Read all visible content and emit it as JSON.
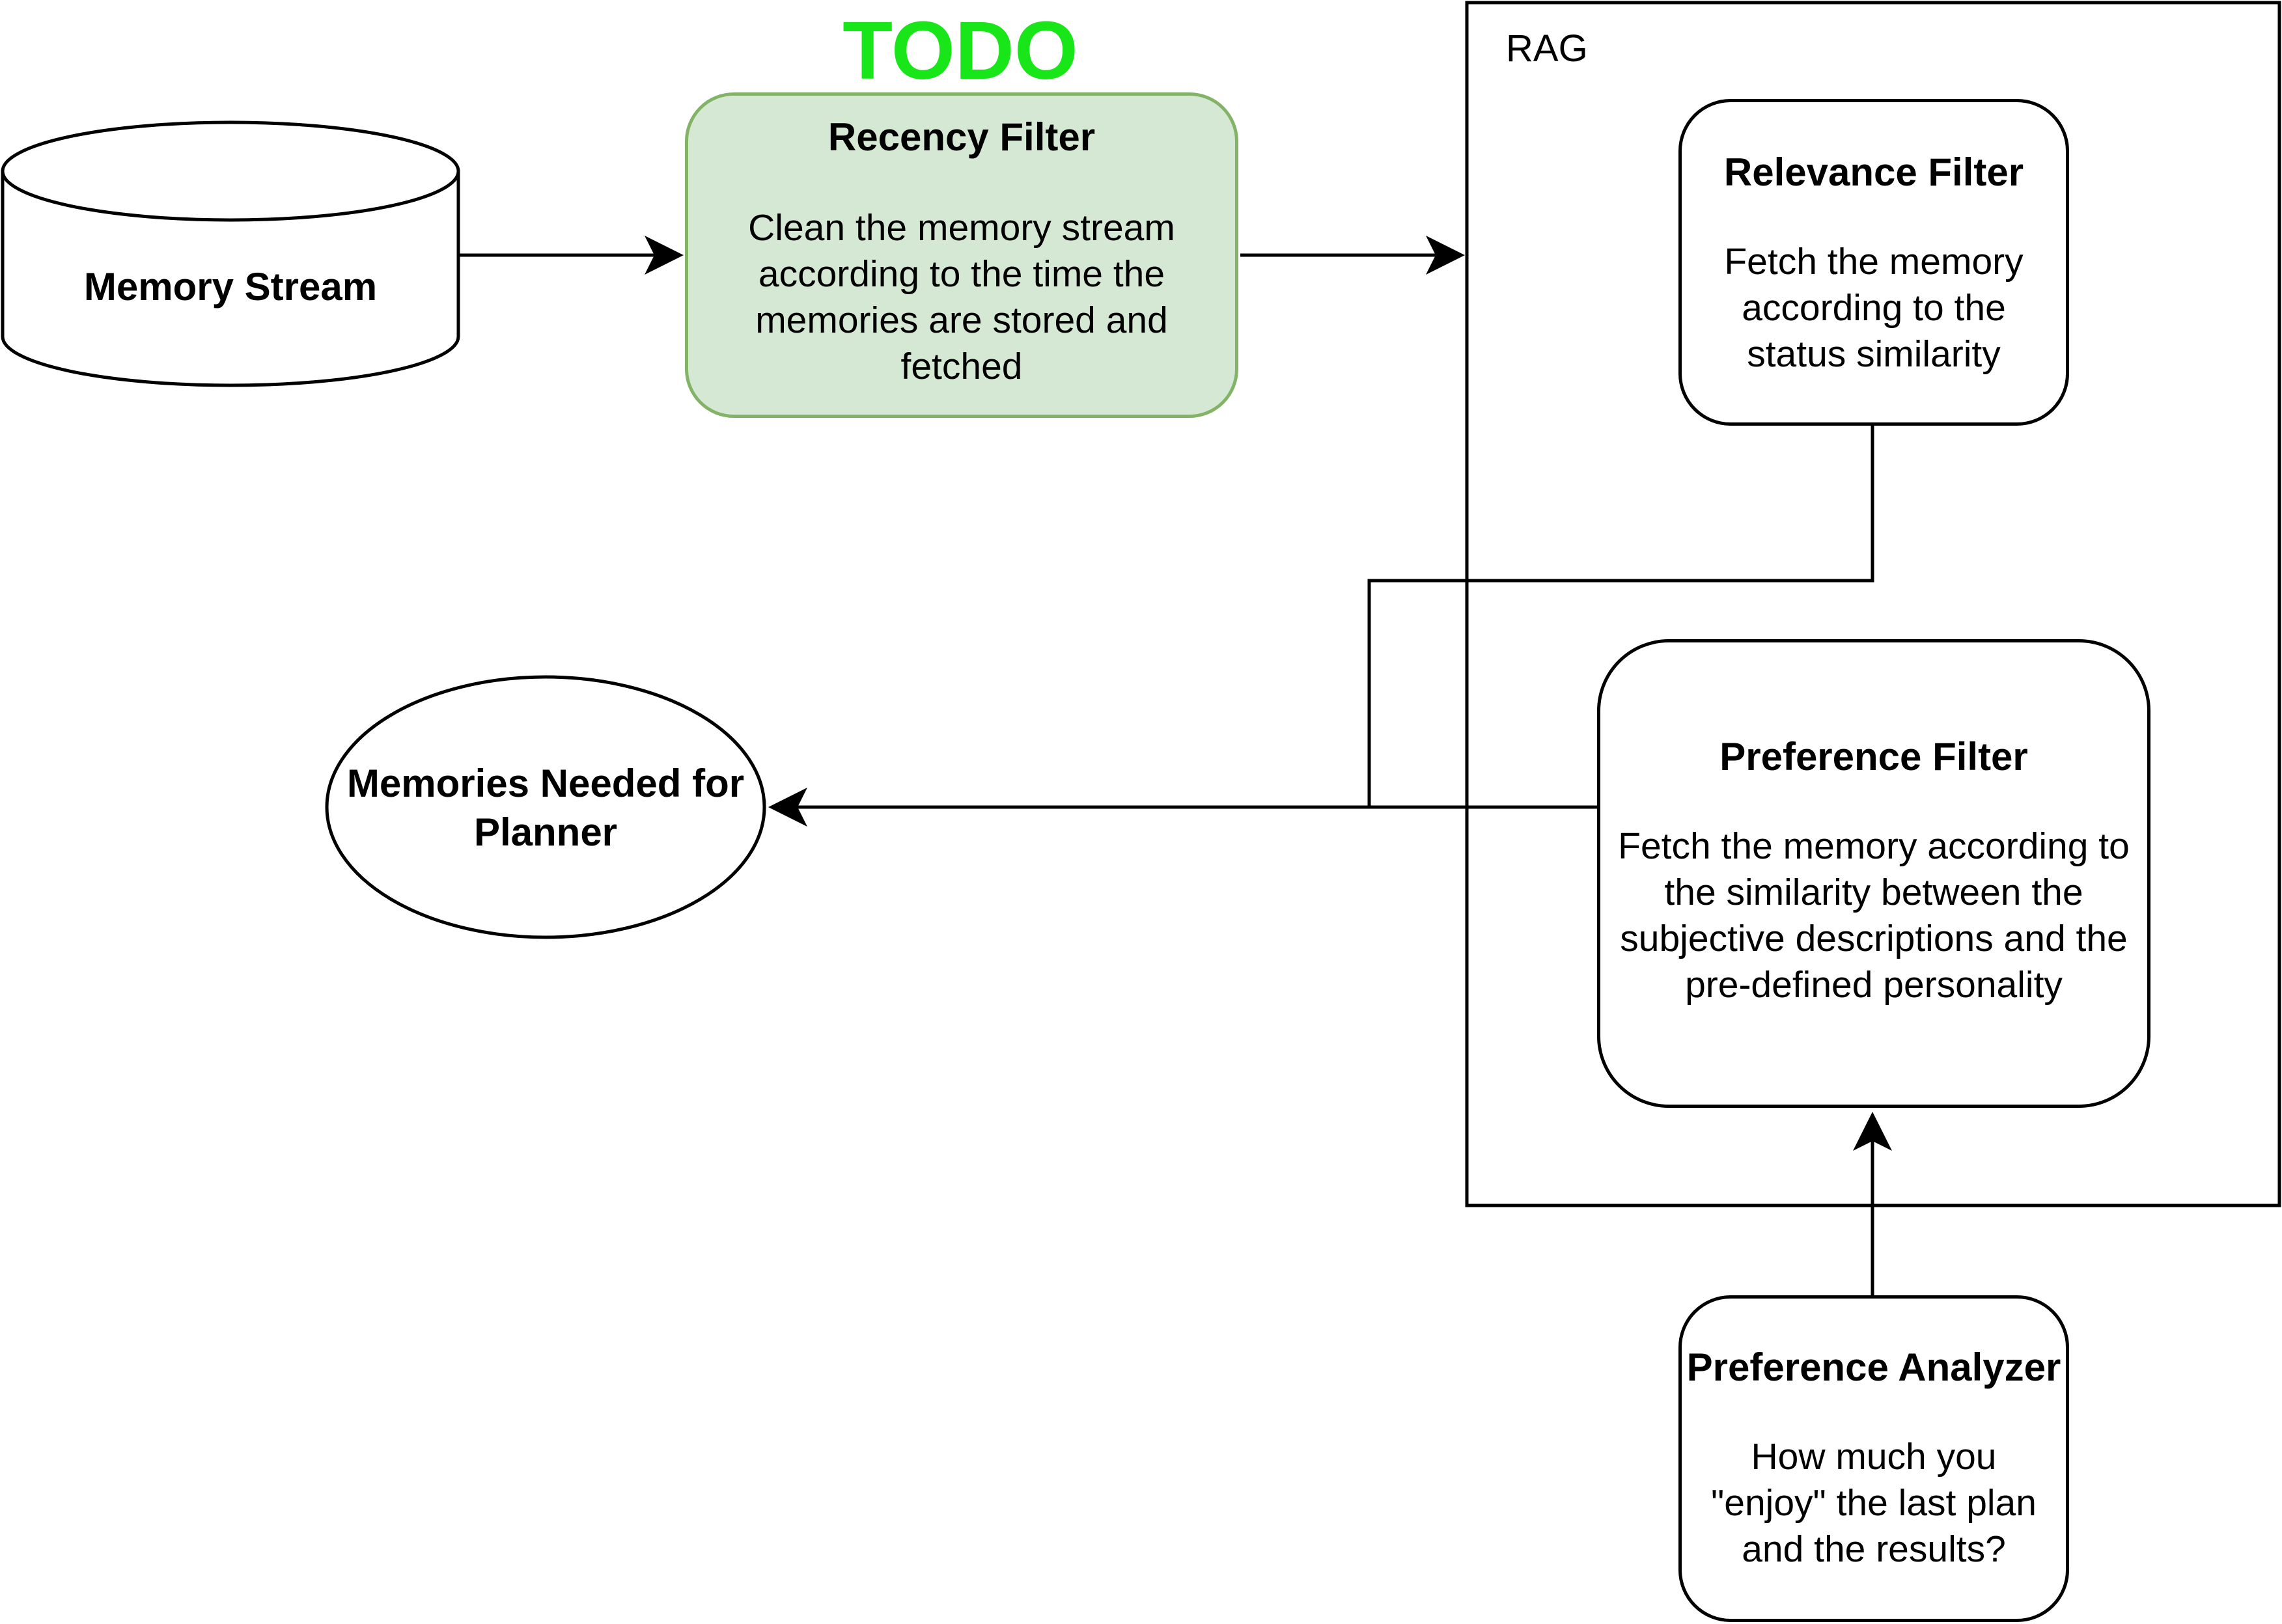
{
  "todo_label": "TODO",
  "rag": {
    "label": "RAG"
  },
  "memory_stream": {
    "title": "Memory Stream"
  },
  "recency_filter": {
    "title": "Recency Filter",
    "description": "Clean the memory stream according to the time the memories are stored and fetched"
  },
  "relevance_filter": {
    "title": "Relevance Filter",
    "description": "Fetch the memory according to the status similarity"
  },
  "preference_filter": {
    "title": "Preference Filter",
    "description": "Fetch the memory according to the similarity between the subjective descriptions and the pre-defined personality"
  },
  "preference_analyzer": {
    "title": "Preference Analyzer",
    "description": "How much you \"enjoy\" the last plan and the results?"
  },
  "memories_needed": {
    "title": "Memories Needed for Planner"
  },
  "colors": {
    "todo": "#19e619",
    "recency_fill": "#d5e8d4",
    "recency_border": "#82b366"
  }
}
